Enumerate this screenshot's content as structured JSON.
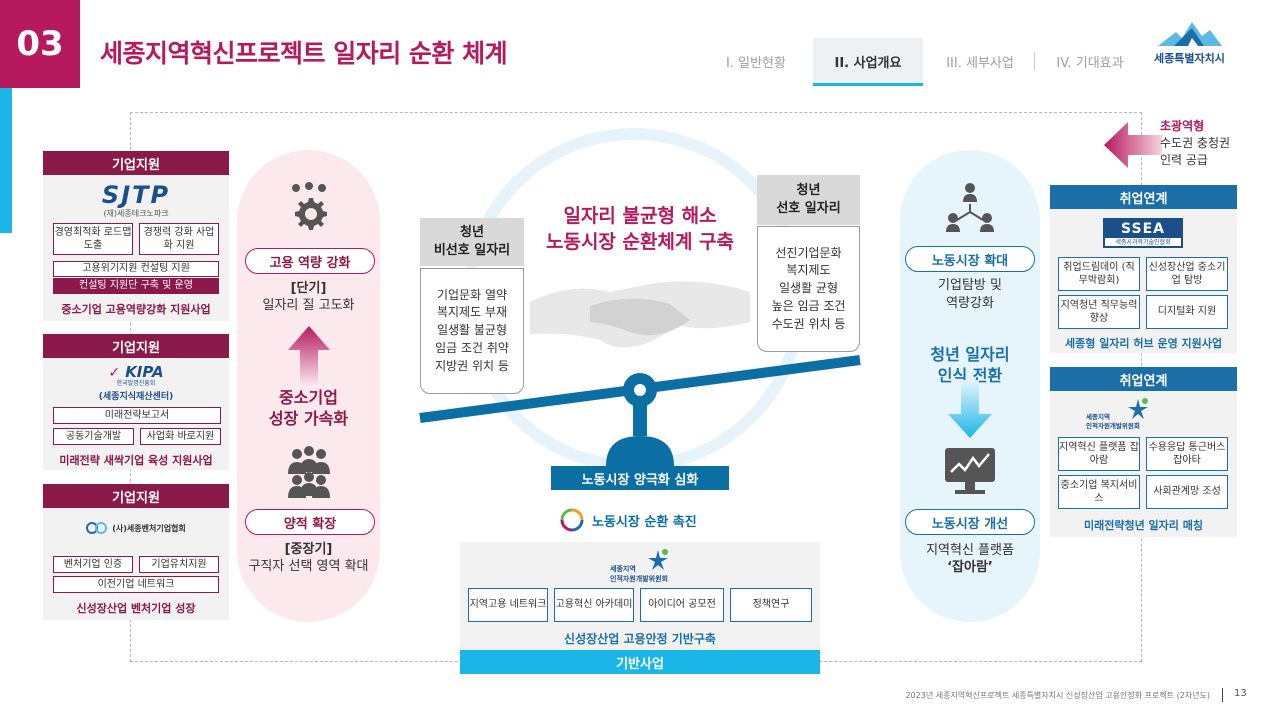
{
  "header": {
    "section_number": "03",
    "title": "세종지역혁신프로젝트 일자리 순환 체계",
    "tabs": [
      {
        "label": "I. 일반현황",
        "active": false
      },
      {
        "label": "II. 사업개요",
        "active": true
      },
      {
        "label": "III. 세부사업",
        "active": false
      },
      {
        "label": "IV. 기대효과",
        "active": false
      }
    ],
    "logo_text": "세종특별자치시"
  },
  "left_cards": [
    {
      "head": "기업지원",
      "org_logo": "SJTP",
      "org_sub": "(재)세종테크노파크",
      "items": [
        "경영최적화 로드맵 도출",
        "경쟁력 강화 사업화 지원",
        "고용위기지원 컨설팅 지원",
        "컨설팅 지원단 구축 및 운영"
      ],
      "foot": "중소기업 고용역량강화 지원사업"
    },
    {
      "head": "기업지원",
      "org_logo": "KIPA",
      "org_logo_sub": "한국발명진흥회",
      "org_sub": "(세종지식재산센터)",
      "items": [
        "미래전략보고서",
        "공동기술개발",
        "사업화 바로지원"
      ],
      "foot": "미래전략 새싹기업 육성 지원사업"
    },
    {
      "head": "기업지원",
      "org_name": "(사)세종벤처기업협회",
      "items": [
        "벤처기업 인증",
        "기업유치지원",
        "이전기업 네트워크"
      ],
      "foot": "신성장산업 벤처기업 성장"
    }
  ],
  "left_pill": {
    "top_label": "고용 역량 강화",
    "top_term": "[단기]",
    "top_desc": "일자리 질 고도화",
    "middle": "중소기업\n성장 가속화",
    "bottom_label": "양적 확장",
    "bottom_term": "[중장기]",
    "bottom_desc": "구직자 선택 영역 확대"
  },
  "center": {
    "title_line1": "일자리 불균형 해소",
    "title_line2": "노동시장 순환체계 구축",
    "left_tag": "청년\n비선호 일자리",
    "left_list": [
      "기업문화 열약",
      "복지제도 부재",
      "일생활 불균형",
      "임금 조건 취약",
      "지방권 위치 등"
    ],
    "right_tag": "청년\n선호 일자리",
    "right_list": [
      "선진기업문화",
      "복지제도",
      "일생활 균형",
      "높은 임금 조건",
      "수도권 위치 등"
    ],
    "polar_label": "노동시장 양극화 심화",
    "promote_label": "노동시장 순환 촉진"
  },
  "base": {
    "org_line1": "세종지역",
    "org_line2": "인적자원개발위원회",
    "items": [
      "지역고용 네트워크",
      "고용혁신 아카데미",
      "아이디어 공모전",
      "정책연구"
    ],
    "foot": "신성장산업 고용안정 기반구축",
    "label": "기반사업"
  },
  "right_pill": {
    "top_label": "노동시장 확대",
    "top_desc": "기업탐방 및\n역량강화",
    "middle": "청년 일자리\n인식 전환",
    "bottom_label": "노동시장 개선",
    "bottom_desc": "지역혁신 플랫폼",
    "bottom_bold": "‘잡아람’"
  },
  "right_top": {
    "title": "초광역형",
    "line1": "수도권 충청권",
    "line2": "인력 공급"
  },
  "right_cards": [
    {
      "head": "취업연계",
      "org_logo": "SSEA",
      "org_logo_sub": "세종시과학기술인협회",
      "items": [
        "취업드림데이 (직무박람회)",
        "신성장산업 중소기업 탐방",
        "지역청년 직무능력 향상",
        "디지털화 지원"
      ],
      "foot": "세종형 일자리 허브 운영 지원사업"
    },
    {
      "head": "취업연계",
      "org_line1": "세종지역",
      "org_line2": "인적자원개발위원회",
      "items": [
        "지역혁신 플랫폼 잡아람",
        "수용응답 통근버스 잡아타",
        "중소기업 복지서비스",
        "사회관계망 조성"
      ],
      "foot": "미래전략청년 일자리 매칭"
    }
  ],
  "footer": {
    "text": "2023년 세종지역혁신프로젝트 세종특별자치시 신성장산업 고용안정화 프로젝트 (2차년도)",
    "page": "13"
  },
  "colors": {
    "magenta": "#b5195e",
    "dark_magenta": "#8b1a4a",
    "blue": "#1a6fa8",
    "sky": "#1bb6e8"
  }
}
